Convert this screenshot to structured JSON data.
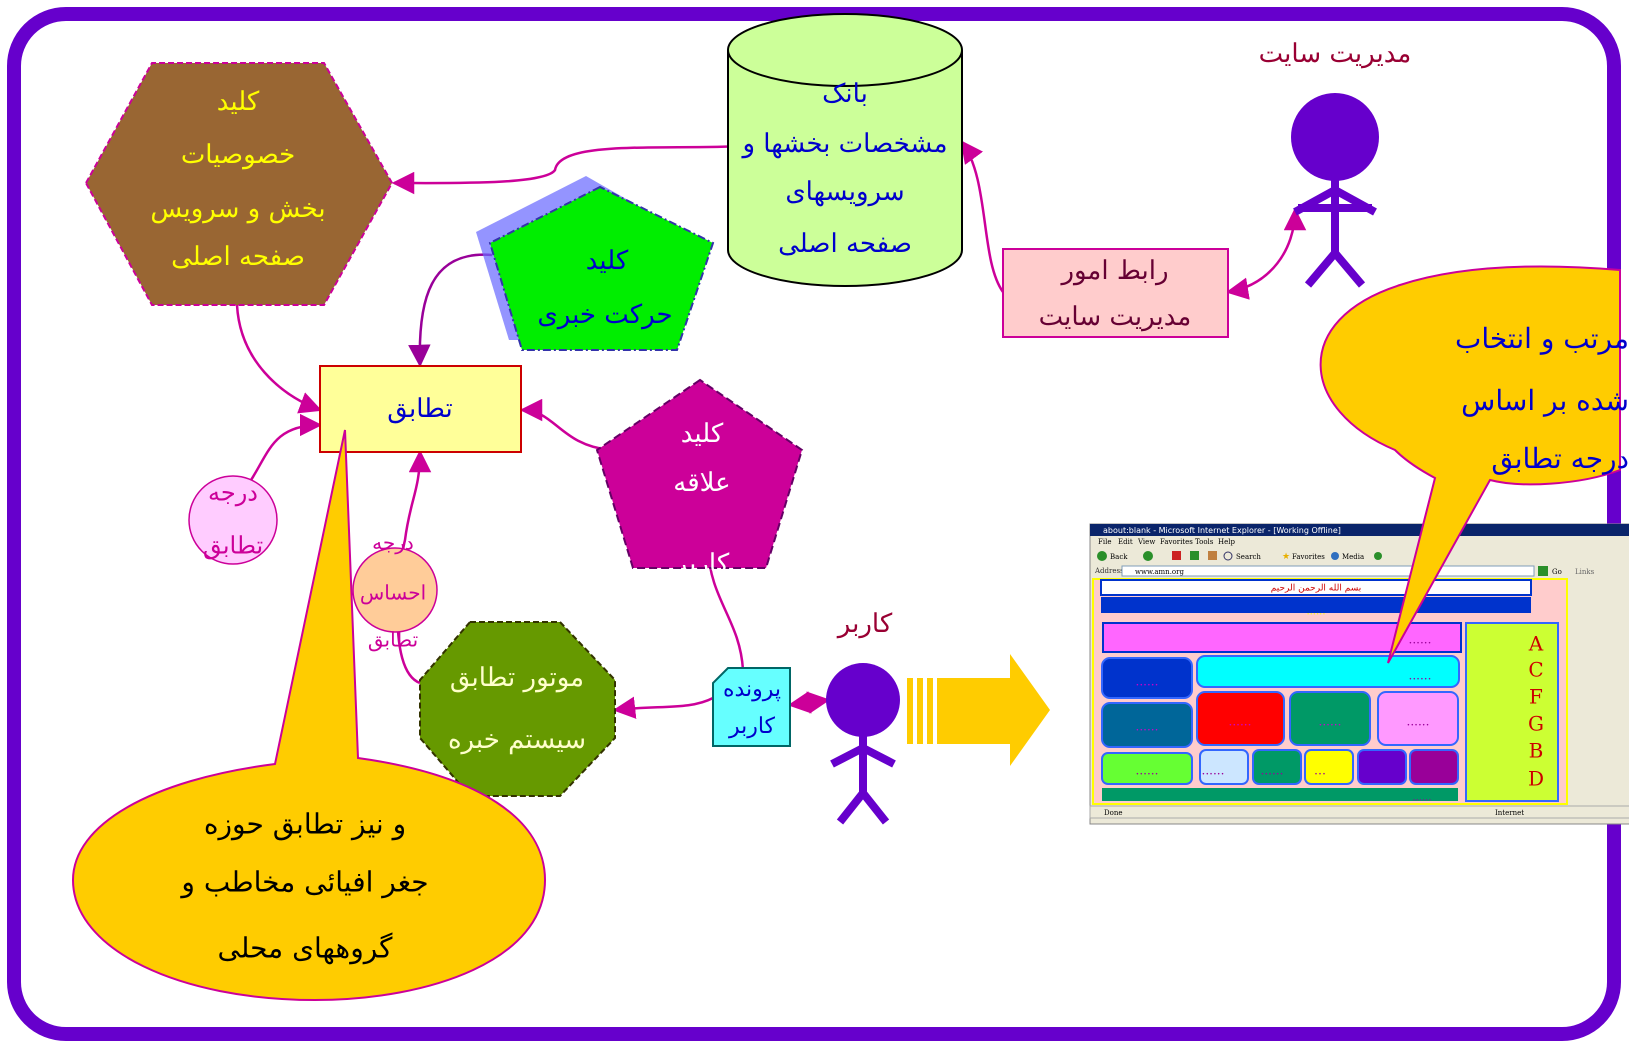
{
  "colors": {
    "frame": "#6600cc",
    "connector": "#cc0099",
    "person": "#6600cc",
    "callout_fill": "#ffcc00",
    "callout_border": "#cc0099",
    "person_label": "#990033",
    "text_blue": "#0000cc",
    "text_yellow": "#ffff00"
  },
  "nodes": {
    "key_features": {
      "lines": [
        "کلید",
        "خصوصیات",
        "بخش و سرویس",
        "صفحه اصلی"
      ]
    },
    "bank": {
      "lines": [
        "بانک",
        "مشخصات بخشها و",
        "سرویسهای",
        "صفحه اصلی"
      ]
    },
    "site_manager_label": "مدیریت سایت",
    "interface": {
      "lines": [
        "رابط امور",
        "مدیریت سایت"
      ]
    },
    "news_key": {
      "lines": [
        "کلید",
        "حرکت خبری"
      ]
    },
    "match": {
      "label": "تطابق"
    },
    "interest_key": {
      "lines": [
        "کلید",
        "علاقه",
        "کاربر"
      ]
    },
    "match_degree": {
      "lines": [
        "درجه",
        "تطابق"
      ]
    },
    "feeling_degree": {
      "lines": [
        "درجه",
        "احساس",
        "تطابق"
      ]
    },
    "engine": {
      "lines": [
        "موتور تطابق",
        "سیستم خبره"
      ]
    },
    "user_file": {
      "lines": [
        "پرونده",
        "کاربر"
      ]
    },
    "user_label": "کاربر",
    "callout_right": {
      "lines": [
        "مرتب و انتخاب",
        "شده بر اساس",
        "درجه تطابق"
      ]
    },
    "callout_bottom": {
      "lines": [
        "و نیز تطابق حوزه",
        "جغر افیائی مخاطب و",
        "گروههای محلی"
      ]
    }
  },
  "browser": {
    "title": "about:blank - Microsoft Internet Explorer - [Working Offline]",
    "menu": [
      "File",
      "Edit",
      "View",
      "Favorites",
      "Tools",
      "Help"
    ],
    "toolbar": [
      "Back",
      "Search",
      "Favorites",
      "Media"
    ],
    "address_label": "Address",
    "address_value": "www.amn.org",
    "go_label": "Go",
    "links_label": "Links",
    "banner_text": "بسم الله الرحمن الرحیم",
    "dots": "......",
    "side_letters": [
      "A",
      "C",
      "F",
      "G",
      "B",
      "D"
    ],
    "status_left": "Done",
    "status_right": "Internet"
  }
}
